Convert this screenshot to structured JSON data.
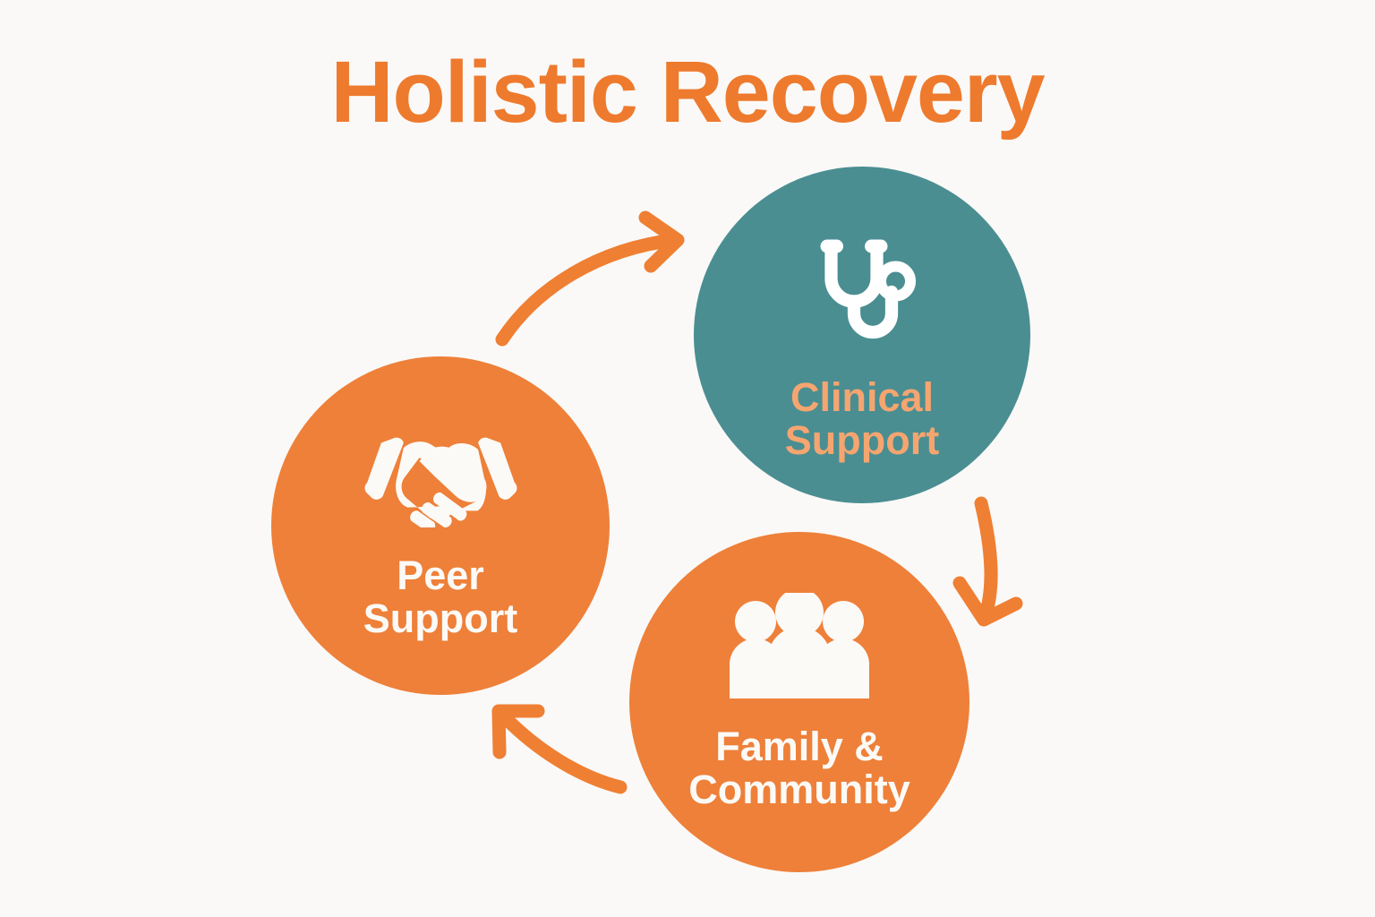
{
  "page": {
    "title": "Holistic Recovery",
    "background_color": "#faf9f7",
    "title_color": "#ee7a2e"
  },
  "diagram": {
    "type": "cycle",
    "direction": "clockwise",
    "nodes": [
      {
        "id": "clinical-support",
        "label": "Clinical\nSupport",
        "icon": "stethoscope-icon",
        "fill_color": "#4a8e92",
        "label_color": "#f5a570",
        "icon_color": "#ffffff"
      },
      {
        "id": "family-community",
        "label": "Family &\nCommunity",
        "icon": "people-group-icon",
        "fill_color": "#ee8039",
        "label_color": "#fcfaf7",
        "icon_color": "#fcfaf7"
      },
      {
        "id": "peer-support",
        "label": "Peer\nSupport",
        "icon": "handshake-icon",
        "fill_color": "#ee8039",
        "label_color": "#fcfaf7",
        "icon_color": "#fcfaf7"
      }
    ],
    "arrows": [
      {
        "id": "peer-to-clinical",
        "from": "peer-support",
        "to": "clinical-support",
        "color": "#ef7f33"
      },
      {
        "id": "clinical-to-family",
        "from": "clinical-support",
        "to": "family-community",
        "color": "#ef7f33"
      },
      {
        "id": "family-to-peer",
        "from": "family-community",
        "to": "peer-support",
        "color": "#ef7f33"
      }
    ]
  }
}
